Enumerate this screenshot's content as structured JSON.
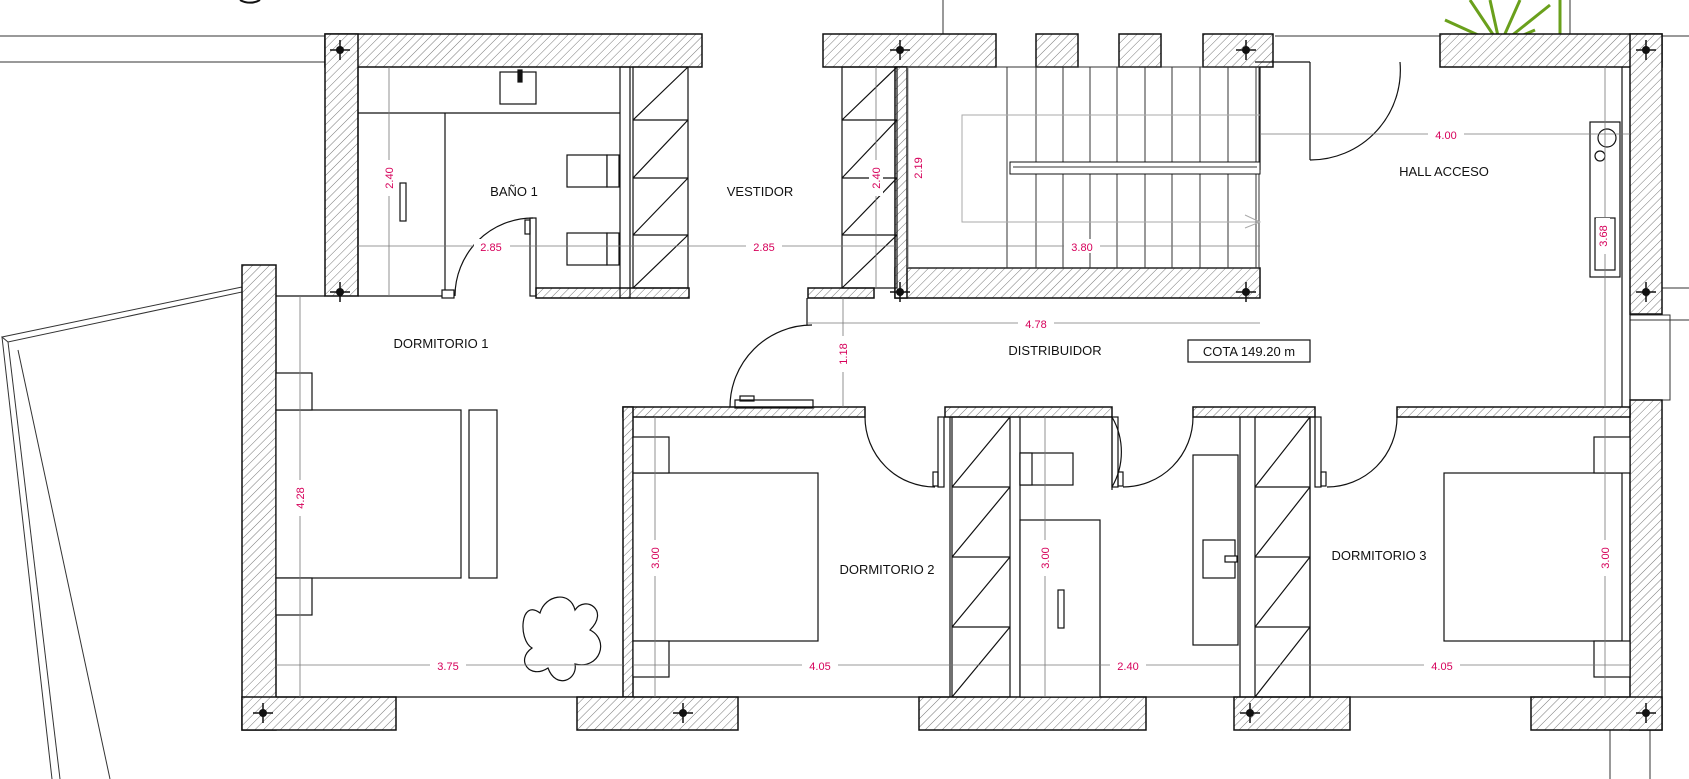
{
  "rooms": {
    "bano1": "BAÑO 1",
    "vestidor": "VESTIDOR",
    "hall": "HALL ACCESO",
    "dorm1": "DORMITORIO 1",
    "distribuidor": "DISTRIBUIDOR",
    "dorm2": "DORMITORIO 2",
    "dorm3": "DORMITORIO 3"
  },
  "cota": "COTA 149.20 m",
  "dims": {
    "d240a": "2.40",
    "d240b": "2.40",
    "d219": "2.19",
    "d400": "4.00",
    "d368": "3.68",
    "d285a": "2.85",
    "d285b": "2.85",
    "d380": "3.80",
    "d478": "4.78",
    "d118": "1.18",
    "d428": "4.28",
    "d300a": "3.00",
    "d300b": "3.00",
    "d300c": "3.00",
    "d375": "3.75",
    "d405a": "4.05",
    "d240c": "2.40",
    "d405b": "4.05"
  },
  "colors": {
    "dimension": "#d6005a",
    "line": "#111111",
    "plant": "#6aa01c"
  }
}
